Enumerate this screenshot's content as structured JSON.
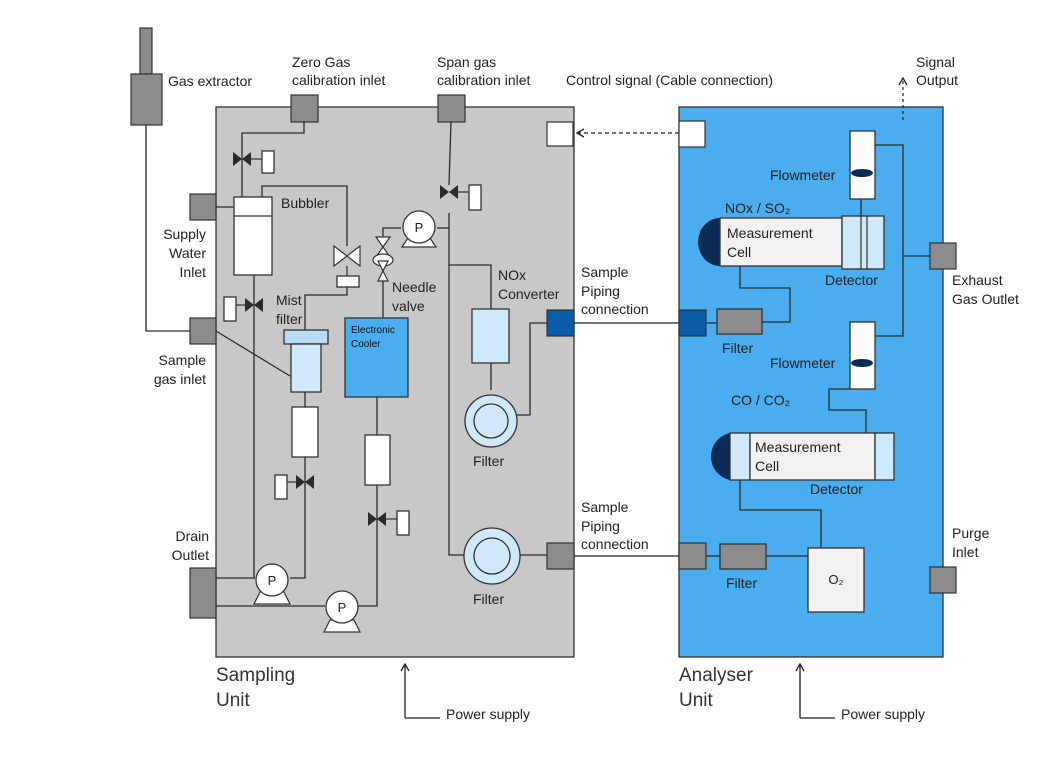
{
  "labels": {
    "gas_extractor": "Gas extractor",
    "zero_gas_1": "Zero Gas",
    "zero_gas_2": "calibration inlet",
    "span_gas_1": "Span gas",
    "span_gas_2": "calibration inlet",
    "control_signal": "Control signal (Cable connection)",
    "signal_output_1": "Signal",
    "signal_output_2": "Output",
    "bubbler": "Bubbler",
    "supply_water_1": "Supply",
    "supply_water_2": "Water",
    "supply_water_3": "Inlet",
    "pump_p": "P",
    "needle_valve_1": "Needle",
    "needle_valve_2": "valve",
    "mist_filter_1": "Mist",
    "mist_filter_2": "filter",
    "electronic_cooler_1": "Electronic",
    "electronic_cooler_2": "Cooler",
    "nox_converter_1": "NOx",
    "nox_converter_2": "Converter",
    "sample_piping_1": "Sample",
    "sample_piping_2": "Piping",
    "sample_piping_3": "connection",
    "sample_gas_inlet_1": "Sample",
    "sample_gas_inlet_2": "gas inlet",
    "filter": "Filter",
    "drain_outlet_1": "Drain",
    "drain_outlet_2": "Outlet",
    "sampling_unit_1": "Sampling",
    "sampling_unit_2": "Unit",
    "analyser_unit_1": "Analyser",
    "analyser_unit_2": "Unit",
    "power_supply": "Power supply",
    "flowmeter": "Flowmeter",
    "nox_so2": "NOx / SO₂",
    "measurement_cell_1": "Measurement",
    "measurement_cell_2": "Cell",
    "detector": "Detector",
    "co_co2": "CO / CO₂",
    "o2": "O₂",
    "exhaust_1": "Exhaust",
    "exhaust_2": "Gas Outlet",
    "purge_1": "Purge",
    "purge_2": "Inlet"
  },
  "colors": {
    "sampling_unit_fill": "#c8c8c8",
    "analyser_unit_fill": "#4aadf0",
    "port_grey": "#8c8c8c",
    "port_blue": "#0a5ca8",
    "light_blue": "#cfe8fa",
    "cooler_blue": "#4aadf0",
    "dark_navy": "#0b2b55"
  }
}
